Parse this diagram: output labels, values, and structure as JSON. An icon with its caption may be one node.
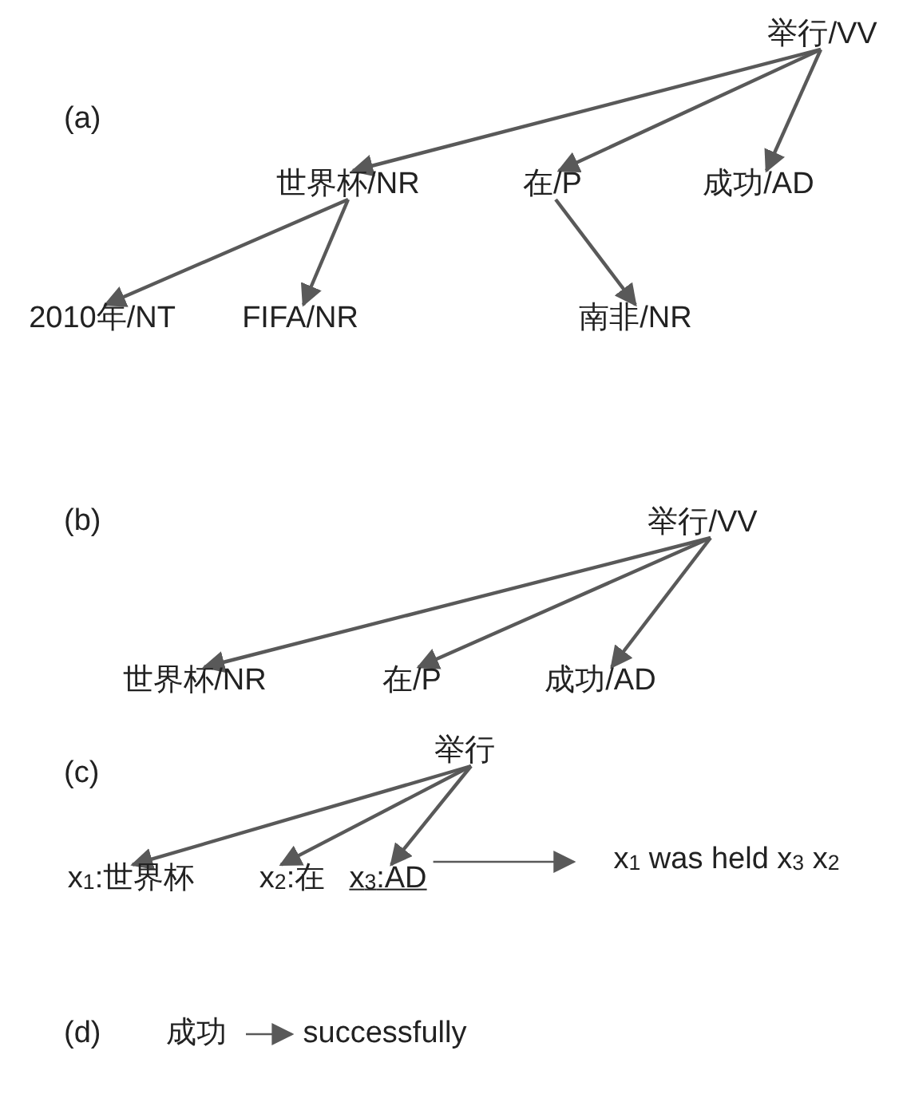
{
  "diagram": {
    "nodes": [
      {
        "text": [
          "举行/VV"
        ]
      },
      {
        "text": [
          "世界杯/NR"
        ]
      },
      {
        "text": [
          "在/P"
        ]
      },
      {
        "text": [
          "成功/AD"
        ]
      },
      {
        "text": [
          "2010年/NT"
        ]
      },
      {
        "text": [
          "FIFA/NR"
        ]
      },
      {
        "text": [
          "南非/NR"
        ]
      },
      {
        "text": [
          "举行/VV"
        ]
      },
      {
        "text": [
          "世界杯/NR"
        ]
      },
      {
        "text": [
          "在/P"
        ]
      },
      {
        "text": [
          "成功/AD"
        ]
      },
      {
        "text": [
          "举行"
        ]
      },
      {
        "text": [
          "x$_{1}$:世界杯"
        ]
      },
      {
        "text": [
          "x$_{2}$:在"
        ]
      },
      {
        "text": [
          "x$_{3}$:AD"
        ]
      },
      {
        "text": [
          "x$_{1}$  was held x$_{3}$ x$_{2}$"
        ]
      },
      {
        "text": [
          "成功"
        ]
      },
      {
        "text": [
          "successfully"
        ]
      }
    ],
    "edges": [
      {
        "from": 0,
        "to": 1,
        "arrow": "to"
      },
      {
        "from": 0,
        "to": 2,
        "arrow": "to"
      },
      {
        "from": 0,
        "to": 3,
        "arrow": "to"
      },
      {
        "from": 1,
        "to": 4,
        "arrow": "to"
      },
      {
        "from": 1,
        "to": 5,
        "arrow": "to"
      },
      {
        "from": 2,
        "to": 6,
        "arrow": "to"
      },
      {
        "from": 7,
        "to": 8,
        "arrow": "to"
      },
      {
        "from": 7,
        "to": 9,
        "arrow": "to"
      },
      {
        "from": 7,
        "to": 10,
        "arrow": "to"
      },
      {
        "from": 11,
        "to": 12,
        "arrow": "to"
      },
      {
        "from": 11,
        "to": 13,
        "arrow": "to"
      },
      {
        "from": 11,
        "to": 14,
        "arrow": "to"
      },
      {
        "from": 14,
        "to": 15,
        "arrow": "to"
      },
      {
        "from": 16,
        "to": 17,
        "arrow": "to"
      }
    ],
    "labels": [
      "(a)",
      "(b)",
      "(c)",
      "(d)"
    ]
  }
}
